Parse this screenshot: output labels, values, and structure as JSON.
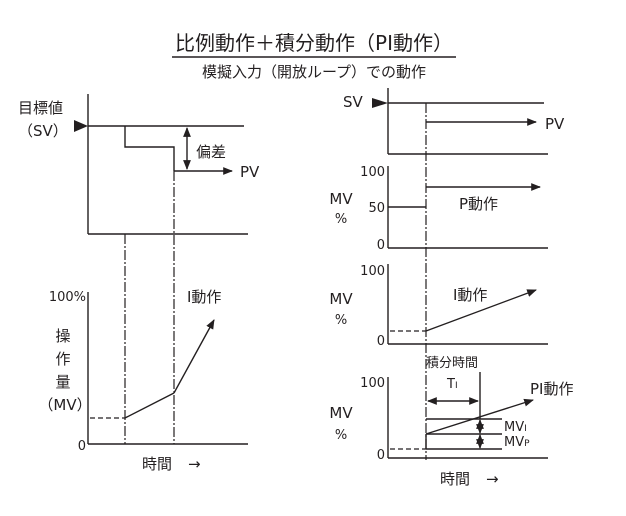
{
  "title": "比例動作＋積分動作（PI動作）",
  "subtitle": "模擬入力（開放ループ）での動作",
  "left": {
    "sv_label_line1": "目標値",
    "sv_label_line2": "（SV）",
    "deviation_label": "偏差",
    "pv_label": "PV",
    "y_top_tick": "100%",
    "y_zero_tick": "0",
    "mv_axis_label": [
      "操",
      "作",
      "量",
      "（MV）"
    ],
    "curve_label": "I動作",
    "time_label": "時間",
    "time_arrow": "→"
  },
  "right": {
    "sv_label": "SV",
    "pv_label": "PV",
    "p_panel": {
      "axis_label_1": "MV",
      "axis_label_2": "%",
      "ticks": [
        "100",
        "50",
        "0"
      ],
      "curve_label": "P動作"
    },
    "i_panel": {
      "axis_label_1": "MV",
      "axis_label_2": "%",
      "ticks": [
        "100",
        "0"
      ],
      "curve_label": "I動作"
    },
    "pi_panel": {
      "axis_label_1": "MV",
      "axis_label_2": "%",
      "ticks": [
        "100",
        "0"
      ],
      "integral_time_label": "積分時間",
      "ti_label": "T",
      "ti_sub": "I",
      "curve_label": "PI動作",
      "mvi_label": "MV",
      "mvi_sub": "I",
      "mvp_label": "MV",
      "mvp_sub": "P"
    },
    "time_label": "時間",
    "time_arrow": "→"
  }
}
